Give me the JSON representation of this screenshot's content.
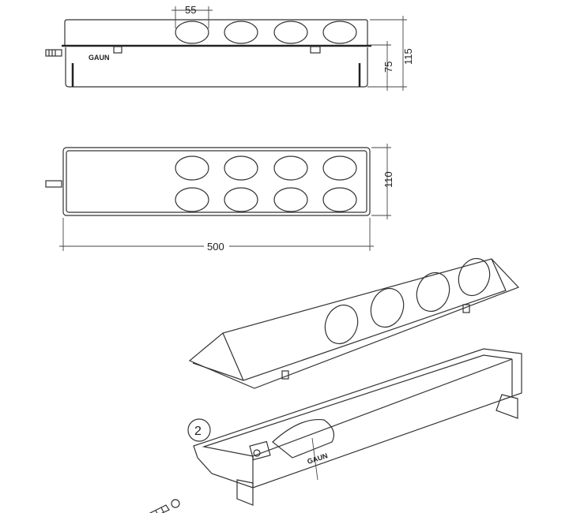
{
  "dimensions": {
    "hole_diameter": "55",
    "total_height": "115",
    "body_height": "75",
    "width": "110",
    "length": "500"
  },
  "labels": {
    "brand_side_view": "GAUN",
    "brand_iso_view": "GAUN",
    "callout_number": "2"
  }
}
